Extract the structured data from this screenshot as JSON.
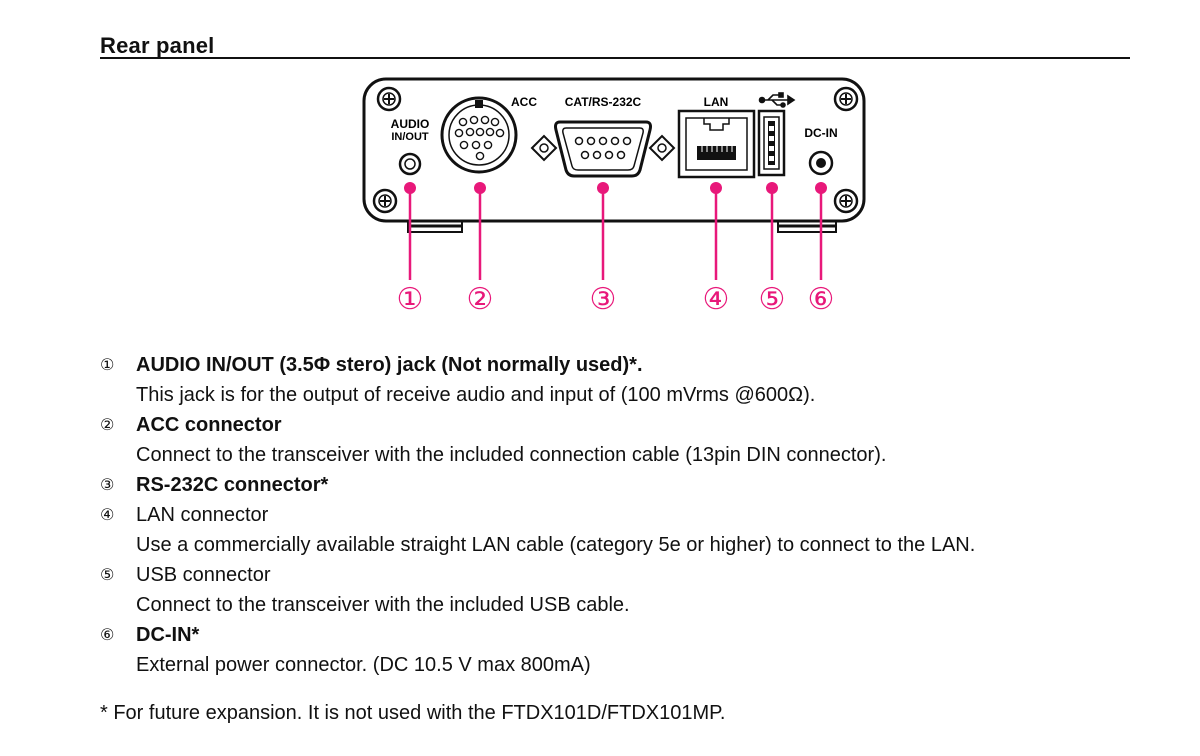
{
  "heading": "Rear panel",
  "diagram": {
    "labels": {
      "audio_line1": "AUDIO",
      "audio_line2": "IN/OUT",
      "acc": "ACC",
      "cat": "CAT/RS-232C",
      "lan": "LAN",
      "dcin": "DC-IN"
    },
    "usb_symbol": "usb-symbol-icon",
    "callout_color": "#e8187a",
    "callouts": [
      "①",
      "②",
      "③",
      "④",
      "⑤",
      "⑥"
    ]
  },
  "items": [
    {
      "num": "①",
      "title": "AUDIO IN/OUT (3.5Φ stero) jack (Not normally used)*.",
      "bold": true,
      "desc": "This jack is for the output of receive audio and input of (100 mVrms  @600Ω)."
    },
    {
      "num": "②",
      "title": "ACC connector",
      "bold": true,
      "desc": "Connect to the transceiver with the included connection cable (13pin DIN connector)."
    },
    {
      "num": "③",
      "title": "RS-232C connector*",
      "bold": true,
      "desc": ""
    },
    {
      "num": "④",
      "title": "LAN connector",
      "bold": false,
      "desc": "Use a commercially available straight LAN cable (category 5e or higher) to connect to the LAN."
    },
    {
      "num": "⑤",
      "title": "USB connector",
      "bold": false,
      "desc": "Connect to the transceiver with the included USB cable."
    },
    {
      "num": "⑥",
      "title": "DC-IN*",
      "bold": true,
      "desc": "External power connector. (DC 10.5 V max 800mA)"
    }
  ],
  "footnote": "* For future expansion. It is not used with the FTDX101D/FTDX101MP."
}
